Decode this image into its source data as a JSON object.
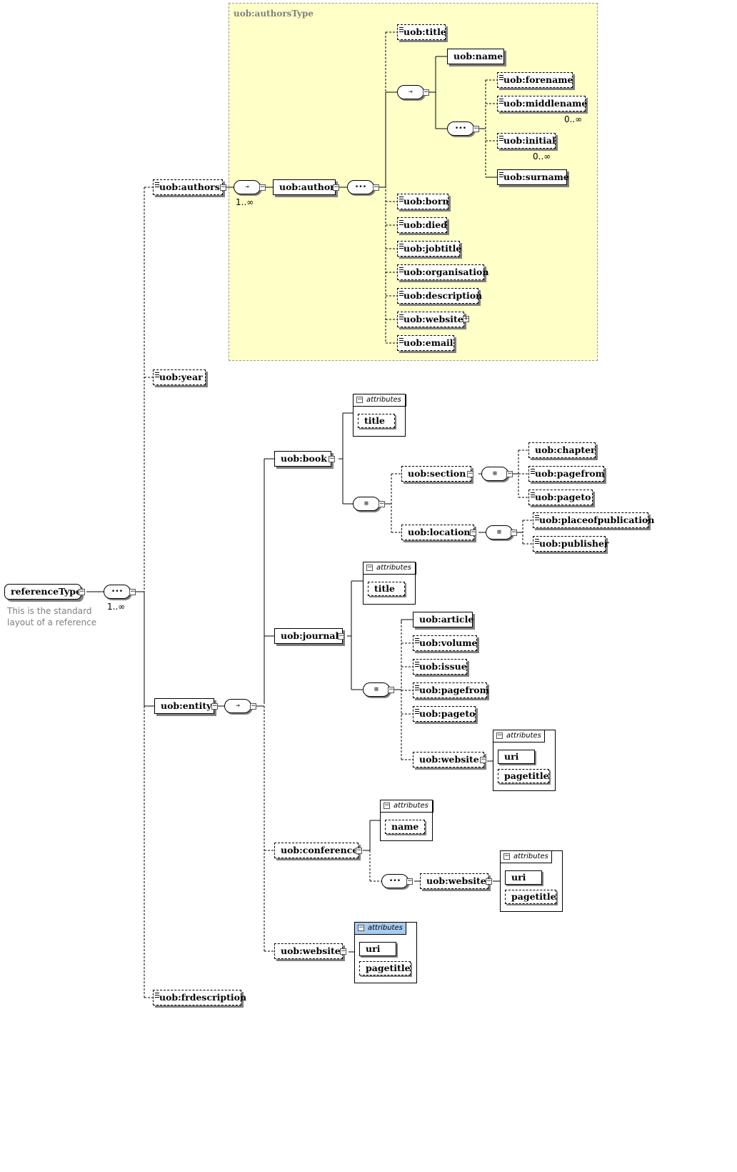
{
  "authors_type": {
    "label": "uob:authorsType",
    "background": "#ffffc8",
    "children": {
      "title": "uob:title",
      "name": "uob:name",
      "forename": "uob:forename",
      "middlename": "uob:middlename",
      "initial": "uob:initial",
      "surname": "uob:surname",
      "born": "uob:born",
      "died": "uob:died",
      "jobtitle": "uob:jobtitle",
      "organisation": "uob:organisation",
      "description": "uob:description",
      "website": "uob:website",
      "email": "uob:email"
    },
    "occurrence_middlename": "0..∞",
    "occurrence_initial": "0..∞"
  },
  "root": {
    "name": "referenceType",
    "documentation": [
      "This is the standard",
      "layout of a reference"
    ],
    "occurrence": "1..∞"
  },
  "top_elements": {
    "authors": "uob:authors",
    "author": "uob:author",
    "authors_occurrence": "1..∞",
    "year": "uob:year",
    "entity": "uob:entity",
    "frdescription": "uob:frdescription"
  },
  "book": {
    "name": "uob:book",
    "attributes_label": "attributes",
    "attr_title": "title",
    "section": "uob:section",
    "chapter": "uob:chapter",
    "pagefrom": "uob:pagefrom",
    "pageto": "uob:pageto",
    "location": "uob:location",
    "placeofpublication": "uob:placeofpublication",
    "publisher": "uob:publisher"
  },
  "journal": {
    "name": "uob:journal",
    "attributes_label": "attributes",
    "attr_title": "title",
    "article": "uob:article",
    "volume": "uob:volume",
    "issue": "uob:issue",
    "pagefrom": "uob:pagefrom",
    "pageto": "uob:pageto",
    "website": "uob:website",
    "website_attributes_label": "attributes",
    "attr_uri": "uri",
    "attr_pagetitle": "pagetitle"
  },
  "conference": {
    "name": "uob:conference",
    "attributes_label": "attributes",
    "attr_name": "name",
    "website": "uob:website",
    "website_attributes_label": "attributes",
    "attr_uri": "uri",
    "attr_pagetitle": "pagetitle"
  },
  "website": {
    "name": "uob:website",
    "attributes_label": "attributes",
    "attr_uri": "uri",
    "attr_pagetitle": "pagetitle",
    "selected_color": "#a8ccf0"
  },
  "icons": {
    "expand": "minus-box-icon",
    "collapse": "plus-box-icon",
    "sequence": "sequence-compositor-icon",
    "choice": "choice-compositor-icon",
    "all": "all-compositor-icon"
  }
}
